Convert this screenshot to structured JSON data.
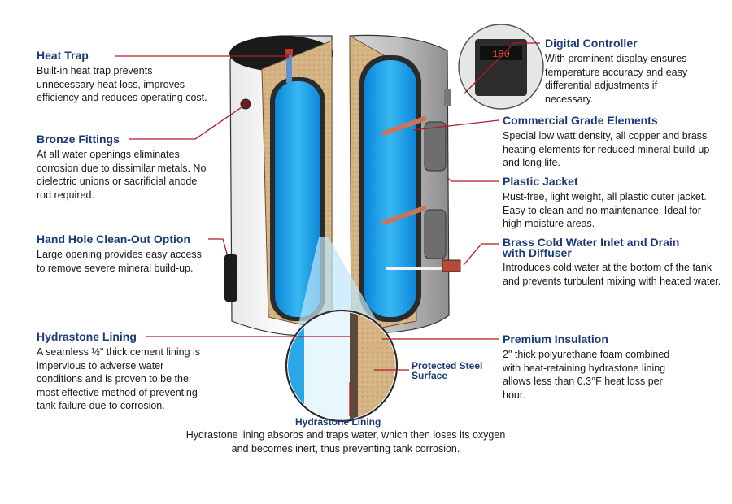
{
  "colors": {
    "title_blue": "#1b3a7a",
    "leader_red": "#b0192a",
    "water_blue": "#1f9fe0",
    "insulation_tan": "#d9b98a",
    "tank_shell": "#f2f2f2"
  },
  "callouts_left": [
    {
      "id": "heat-trap",
      "title": "Heat Trap",
      "desc": "Built-in heat trap prevents unnecessary heat loss, improves efficiency and reduces operating cost."
    },
    {
      "id": "bronze-fittings",
      "title": "Bronze Fittings",
      "desc": "At all water openings eliminates corrosion due to dissimilar metals. No dielectric unions or sacrificial anode rod required."
    },
    {
      "id": "hand-hole",
      "title": "Hand Hole Clean-Out Option",
      "desc": "Large opening provides easy access to remove severe mineral build-up."
    },
    {
      "id": "hydrastone-lining",
      "title": "Hydrastone Lining",
      "desc": "A seamless ½\" thick cement lining is impervious to adverse water conditions and is proven to be the most effective method of preventing tank failure due to corrosion."
    }
  ],
  "callouts_right": [
    {
      "id": "digital-controller",
      "title": "Digital Controller",
      "desc": "With prominent display ensures temperature accuracy and easy differential adjustments if necessary."
    },
    {
      "id": "commercial-elements",
      "title": "Commercial Grade Elements",
      "desc": "Special low watt density, all copper and brass heating elements for reduced mineral build-up and long life."
    },
    {
      "id": "plastic-jacket",
      "title": "Plastic Jacket",
      "desc": "Rust-free, light weight, all plastic outer jacket. Easy to clean and no maintenance. Ideal for high moisture areas."
    },
    {
      "id": "brass-inlet",
      "title": "Brass Cold Water Inlet and Drain with Diffuser",
      "desc": "Introduces cold water at the bottom of the tank and prevents turbulent mixing with heated water."
    },
    {
      "id": "premium-insulation",
      "title": "Premium Insulation",
      "desc": "2\" thick polyurethane foam combined with heat-retaining hydrastone lining allows less than 0.3°F heat loss per hour."
    }
  ],
  "detail_labels": {
    "protected_steel": "Protected Steel Surface",
    "hydrastone_lining": "Hydrastone Lining",
    "bottom_caption": "Hydrastone lining absorbs and traps water, which then loses its oxygen and becomes inert, thus preventing tank corrosion."
  },
  "controller_display": "180"
}
